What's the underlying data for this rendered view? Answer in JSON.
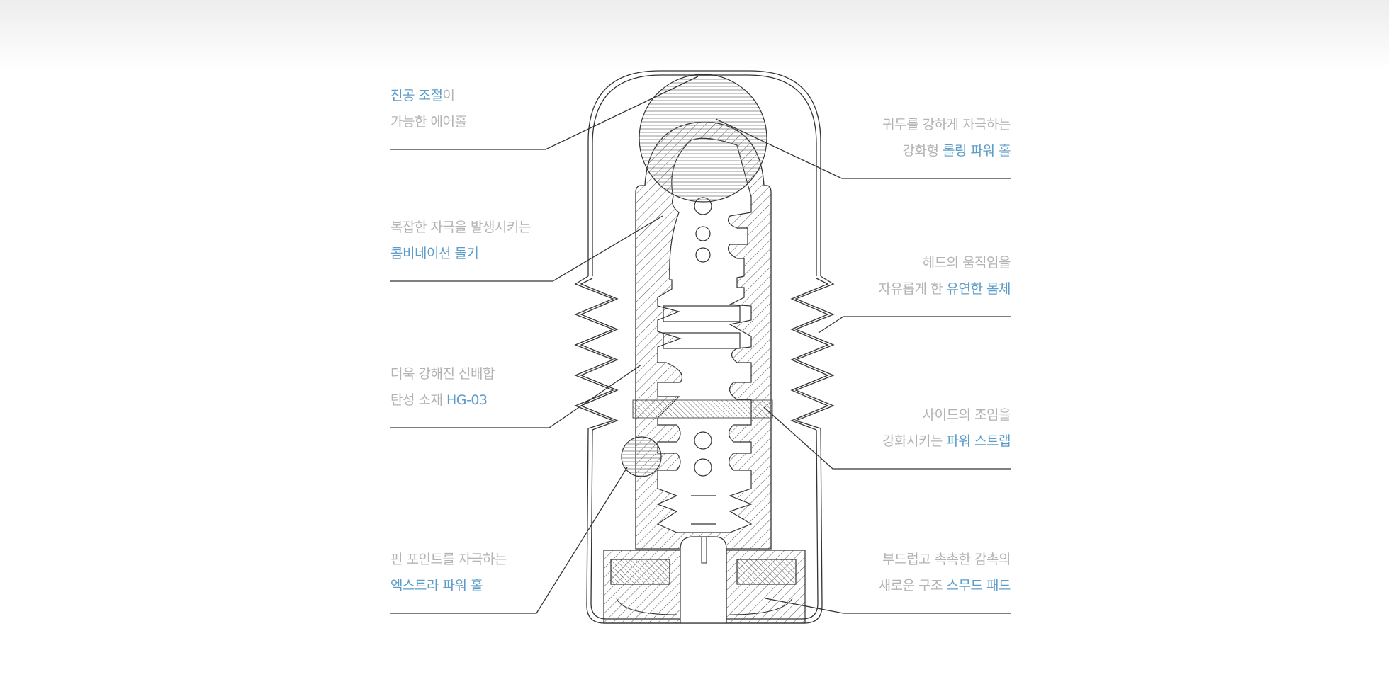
{
  "colors": {
    "highlight": "#5c9cc8",
    "text": "#b3b3b3",
    "line": "#333333"
  },
  "labels": {
    "left": [
      {
        "line1": [
          {
            "text": "진공 조절",
            "hl": true
          },
          {
            "text": "이",
            "hl": false
          }
        ],
        "line2": [
          {
            "text": "가능한 에어홀",
            "hl": false
          }
        ]
      },
      {
        "line1": [
          {
            "text": "복잡한 자극을 발생시키는",
            "hl": false
          }
        ],
        "line2": [
          {
            "text": "콤비네이션 돌기",
            "hl": true
          }
        ]
      },
      {
        "line1": [
          {
            "text": "더욱 강해진 신배합",
            "hl": false
          }
        ],
        "line2": [
          {
            "text": "탄성 소재 ",
            "hl": false
          },
          {
            "text": "HG-03",
            "hl": true
          }
        ]
      },
      {
        "line1": [
          {
            "text": "핀 포인트를 자극하는",
            "hl": false
          }
        ],
        "line2": [
          {
            "text": "엑스트라 파워 홀",
            "hl": true
          }
        ]
      }
    ],
    "right": [
      {
        "line1": [
          {
            "text": "귀두를 강하게 자극하는",
            "hl": false
          }
        ],
        "line2": [
          {
            "text": "강화형 ",
            "hl": false
          },
          {
            "text": "롤링 파워 홀",
            "hl": true
          }
        ]
      },
      {
        "line1": [
          {
            "text": "헤드의 움직임을",
            "hl": false
          }
        ],
        "line2": [
          {
            "text": "자유롭게 한 ",
            "hl": false
          },
          {
            "text": "유연한 몸체",
            "hl": true
          }
        ]
      },
      {
        "line1": [
          {
            "text": "사이드의 조임을",
            "hl": false
          }
        ],
        "line2": [
          {
            "text": "강화시키는 ",
            "hl": false
          },
          {
            "text": "파워 스트랩",
            "hl": true
          }
        ]
      },
      {
        "line1": [
          {
            "text": "부드럽고 촉촉한 감촉의",
            "hl": false
          }
        ],
        "line2": [
          {
            "text": "새로운 구조 ",
            "hl": false
          },
          {
            "text": "스무드 패드",
            "hl": true
          }
        ]
      }
    ]
  }
}
